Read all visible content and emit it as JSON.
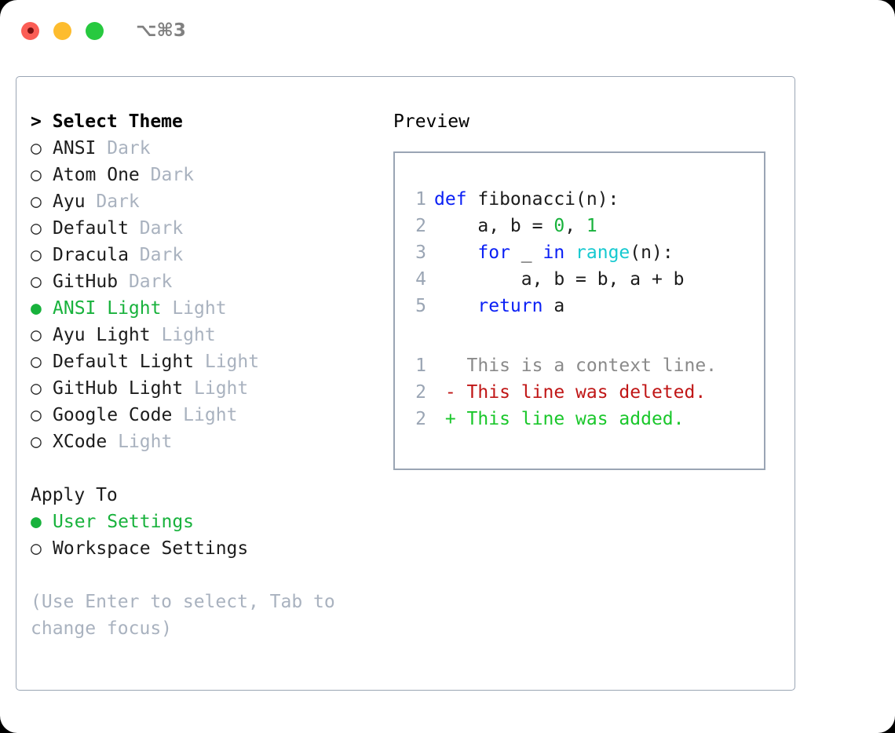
{
  "window": {
    "title": "⌥⌘3",
    "traffic_lights": [
      {
        "name": "close-button",
        "color": "#fb5d55",
        "state": "recording"
      },
      {
        "name": "minimize-button",
        "color": "#fdbc2e",
        "state": "normal"
      },
      {
        "name": "maximize-button",
        "color": "#27c93f",
        "state": "normal"
      }
    ]
  },
  "theme_section": {
    "header": "> Select Theme",
    "focused": true,
    "bullet_off": "○",
    "bullet_on": "●",
    "items": [
      {
        "name": "ANSI",
        "tag": "Dark",
        "selected": false
      },
      {
        "name": "Atom One",
        "tag": "Dark",
        "selected": false
      },
      {
        "name": "Ayu",
        "tag": "Dark",
        "selected": false
      },
      {
        "name": "Default",
        "tag": "Dark",
        "selected": false
      },
      {
        "name": "Dracula",
        "tag": "Dark",
        "selected": false
      },
      {
        "name": "GitHub",
        "tag": "Dark",
        "selected": false
      },
      {
        "name": "ANSI Light",
        "tag": "Light",
        "selected": true
      },
      {
        "name": "Ayu Light",
        "tag": "Light",
        "selected": false
      },
      {
        "name": "Default Light",
        "tag": "Light",
        "selected": false
      },
      {
        "name": "GitHub Light",
        "tag": "Light",
        "selected": false
      },
      {
        "name": "Google Code",
        "tag": "Light",
        "selected": false
      },
      {
        "name": "XCode",
        "tag": "Light",
        "selected": false
      }
    ]
  },
  "apply_section": {
    "header": "Apply To",
    "focused": false,
    "items": [
      {
        "name": "User Settings",
        "selected": true
      },
      {
        "name": "Workspace Settings",
        "selected": false
      }
    ]
  },
  "hint": "(Use Enter to select, Tab to change focus)",
  "preview": {
    "label": "Preview",
    "code_lines": [
      {
        "no": "1",
        "tokens": [
          {
            "t": "def ",
            "c": "kw"
          },
          {
            "t": "fibonacci(n):",
            "c": "txt"
          }
        ]
      },
      {
        "no": "2",
        "tokens": [
          {
            "t": "    a, b = ",
            "c": "txt"
          },
          {
            "t": "0",
            "c": "num"
          },
          {
            "t": ", ",
            "c": "txt"
          },
          {
            "t": "1",
            "c": "num"
          }
        ]
      },
      {
        "no": "3",
        "tokens": [
          {
            "t": "    ",
            "c": "txt"
          },
          {
            "t": "for",
            "c": "kw"
          },
          {
            "t": " _ ",
            "c": "txt"
          },
          {
            "t": "in",
            "c": "kw"
          },
          {
            "t": " ",
            "c": "txt"
          },
          {
            "t": "range",
            "c": "fn"
          },
          {
            "t": "(n):",
            "c": "txt"
          }
        ]
      },
      {
        "no": "4",
        "tokens": [
          {
            "t": "        a, b = b, a + b",
            "c": "txt"
          }
        ]
      },
      {
        "no": "5",
        "tokens": [
          {
            "t": "    ",
            "c": "txt"
          },
          {
            "t": "return",
            "c": "kw"
          },
          {
            "t": " a",
            "c": "txt"
          }
        ]
      }
    ],
    "diff_lines": [
      {
        "no": "1",
        "marker": "  ",
        "text": "This is a context line.",
        "kind": "ctx"
      },
      {
        "no": "2",
        "marker": "- ",
        "text": "This line was deleted.",
        "kind": "del"
      },
      {
        "no": "2",
        "marker": "+ ",
        "text": "This line was added.",
        "kind": "add"
      }
    ]
  },
  "colors": {
    "accent_green": "#18b23c",
    "muted": "#a9b2bf",
    "border": "#9aa5b4",
    "keyword": "#0b20f5",
    "function": "#16c9d0",
    "number": "#18b23c",
    "diff_delete": "#c01616",
    "diff_add": "#1ac72b",
    "diff_context": "#8a8a8a"
  }
}
